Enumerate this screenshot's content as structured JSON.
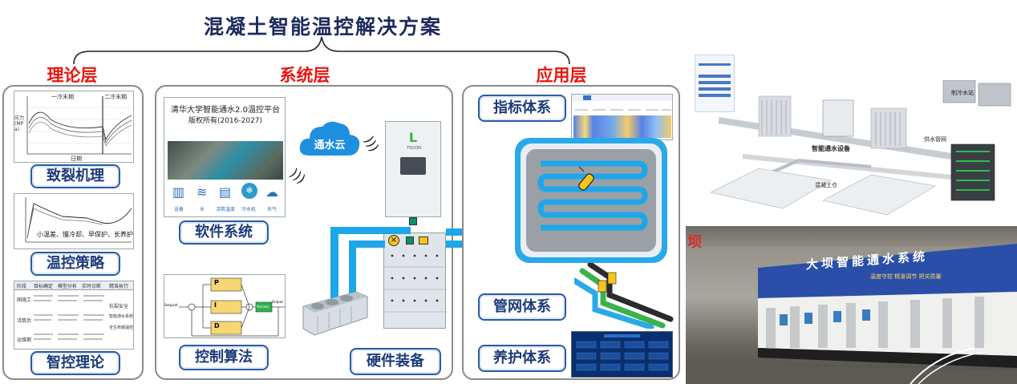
{
  "title": "混凝土智能温控解决方案",
  "layers": {
    "theory": "理论层",
    "system": "系统层",
    "application": "应用层"
  },
  "theory": {
    "chart1": {
      "left_label": "一冷末期",
      "right_label": "二冷末期",
      "x_label": "日期",
      "y_label": "应力 (MPa)"
    },
    "crack_label": "致裂机理",
    "chart2_note": "小温差、慢冷却、早保护、长养护",
    "strategy_label": "温控策略",
    "table_headers": [
      "阶段",
      "目标确定",
      "模型分析",
      "实时诊断",
      "精准执行"
    ],
    "table_rows": [
      [
        "国施工",
        "",
        "",
        "",
        ""
      ],
      [
        "浇筑后",
        "",
        "",
        "",
        ""
      ],
      [
        "运维期",
        "",
        "",
        "",
        ""
      ]
    ],
    "table_side": [
      "抗裂安全",
      "智能通水系统",
      "全生命期温控"
    ],
    "control_theory_label": "智控理论"
  },
  "system": {
    "platform_title": "清华大学智能通水2.0温控平台",
    "platform_copyright": "版权所有(2016-2027)",
    "platform_icons": [
      "设备",
      "水",
      "浇筑温度",
      "冷水机",
      "天气"
    ],
    "software_label": "软件系统",
    "cloud_label": "通水云",
    "device_brand": "TSOON",
    "algorithm_label": "控制算法",
    "pid": {
      "p": "P",
      "i": "I",
      "d": "D",
      "setpoint": "Setpoint",
      "output": "Output",
      "process": "Process"
    },
    "hardware_label": "硬件装备"
  },
  "application": {
    "indicator_label": "指标体系",
    "pipe_label": "管网体系",
    "maintenance_label": "养护体系"
  },
  "photo_top": {
    "label_device": "智能通水设备",
    "label_concrete": "混凝土仓",
    "label_supply": "供水管网",
    "label_chiller": "制冷水站"
  },
  "photo_bottom": {
    "banner": "大坝智能通水系统",
    "slogan": "温度守控 精准调节 把关质量",
    "edge": "坝"
  },
  "colors": {
    "accent_red": "#e8150f",
    "title_navy": "#1f2b5e",
    "pipe_blue": "#1da7e9",
    "label_blue": "#2a5ba6"
  }
}
